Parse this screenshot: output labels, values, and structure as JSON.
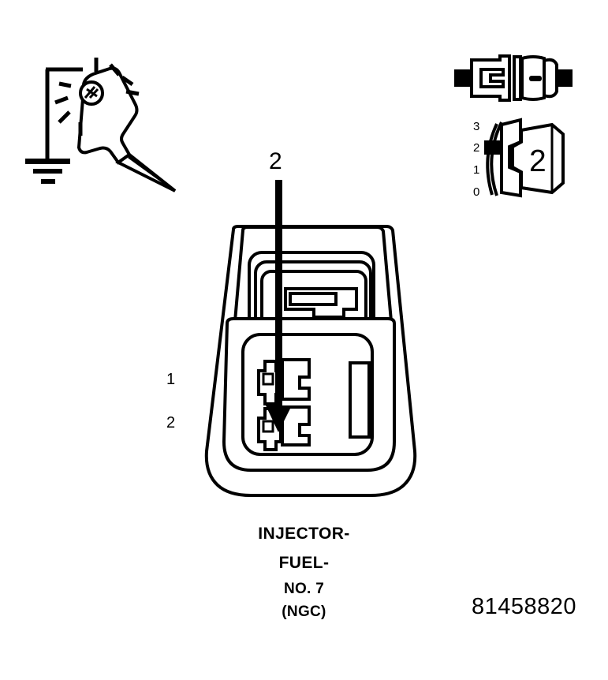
{
  "diagram": {
    "title": "INJECTOR-FUEL- NO. 7 (NGC)",
    "part_number": "81458820",
    "stroke_color": "#000000",
    "background_color": "#ffffff"
  },
  "caption": {
    "line1": "INJECTOR-",
    "line2": "FUEL-",
    "line3": "NO. 7",
    "line4": "(NGC)"
  },
  "callout": {
    "arrow_label": "2"
  },
  "connector": {
    "pin_labels": [
      "1",
      "2"
    ],
    "pin_1": "1",
    "pin_2": "2"
  },
  "cavity_scale": {
    "marks": [
      "3",
      "2",
      "1",
      "0"
    ],
    "mark_3": "3",
    "mark_2": "2",
    "mark_1": "1",
    "mark_0": "0",
    "indicator_position": "2"
  },
  "terminal_block": {
    "number": "2"
  },
  "icons": {
    "test_light": "test-light-probe-icon",
    "ground": "ground-symbol-icon",
    "connector_pair": "connector-pair-icon",
    "arrow": "down-arrow-icon"
  }
}
